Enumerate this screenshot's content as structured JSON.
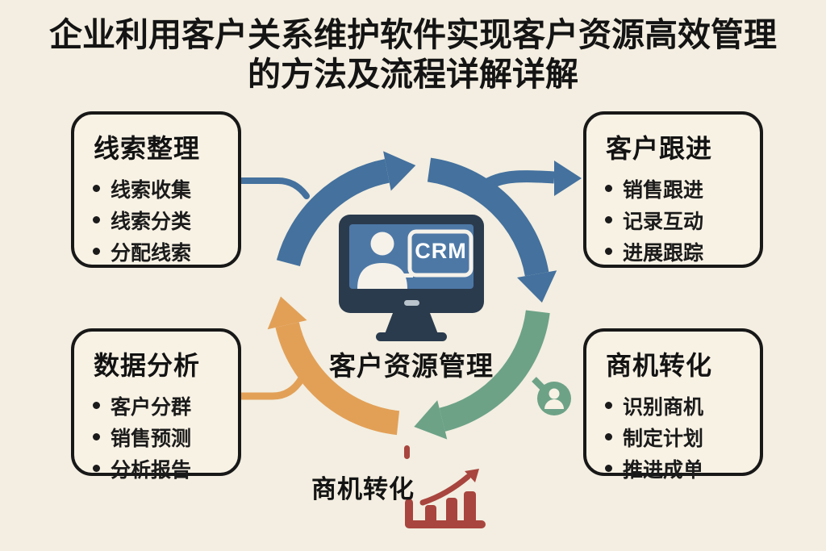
{
  "title": {
    "line1": "企业利用客户关系维护软件实现客户资源高效管理",
    "line2": "的方法及流程详解详解"
  },
  "boxes": {
    "leads": {
      "title": "线索整理",
      "items": [
        "线索收集",
        "线索分类",
        "分配线索"
      ]
    },
    "follow_up": {
      "title": "客户跟进",
      "items": [
        "销售跟进",
        "记录互动",
        "进展跟踪"
      ]
    },
    "analytics": {
      "title": "数据分析",
      "items": [
        "客户分群",
        "销售预测",
        "分析报告"
      ]
    },
    "conversion": {
      "title": "商机转化",
      "items": [
        "识别商机",
        "制定计划",
        "推进成单"
      ]
    }
  },
  "center": {
    "label": "客户资源管理",
    "monitor_text": "CRM"
  },
  "bottom_caption": {
    "label": "商机转化"
  },
  "icons": [
    "crm-monitor-icon",
    "user-silhouette-icon",
    "person-badge-icon",
    "growth-chart-icon",
    "cycle-arrow-blue",
    "cycle-arrow-teal",
    "cycle-arrow-orange"
  ],
  "colors": {
    "background": "#f3eee1",
    "box_background": "#f8f2e5",
    "box_border": "#181818",
    "arc_blue": "#44719e",
    "arc_teal": "#6da287",
    "arc_orange": "#e2a057",
    "monitor_navy": "#2b3b4e",
    "screen_blue": "#4d78a6",
    "chart_red": "#a8453e",
    "text": "#141414"
  }
}
